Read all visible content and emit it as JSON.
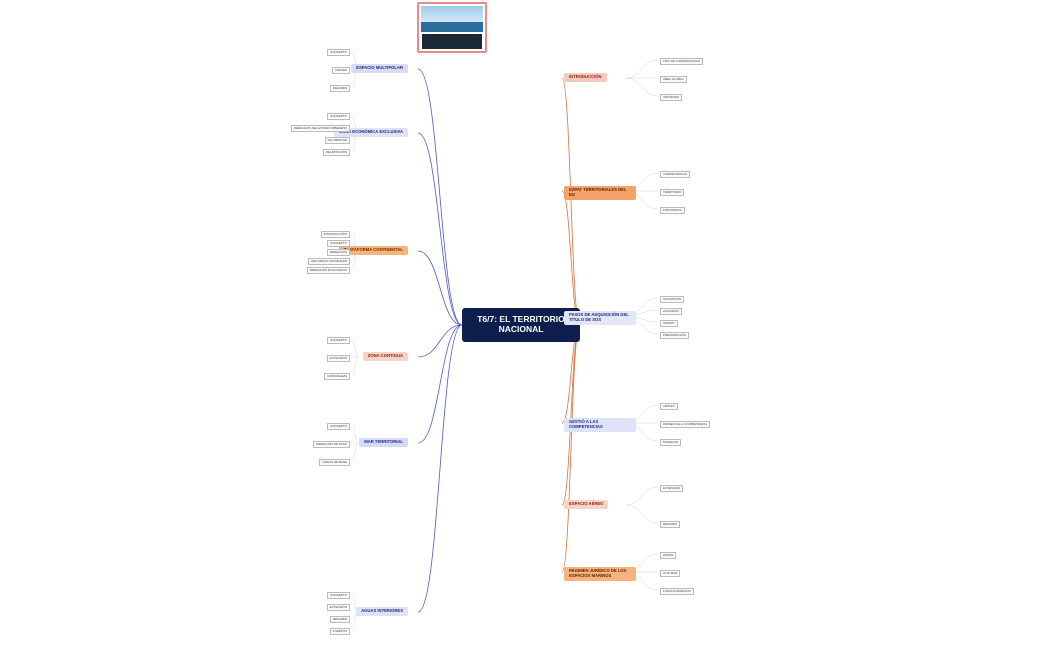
{
  "central": {
    "label": "T6/7: EL TERRITORIO NACIONAL"
  },
  "colors": {
    "central_bg": "#0e1f4d",
    "left_link": "#4a5bc4",
    "right_link": "#d9703c",
    "leaf_line": "#c8c8d8"
  },
  "branches_left": [
    {
      "label": "ESPACIO MULTIPOLAR",
      "bg": "#d8dcf5",
      "fg": "#1f2a7a"
    },
    {
      "label": "ZONA ECONÓMICA EXCLUSIVA",
      "bg": "#dfe3f7",
      "fg": "#1f2a7a"
    },
    {
      "label": "PLATAFORMA CONTINENTAL",
      "bg": "#f6b37d",
      "fg": "#6b2d00"
    },
    {
      "label": "ZONA CONTIGUA",
      "bg": "#f9d2c8",
      "fg": "#8a1e10"
    },
    {
      "label": "MAR TERRITORIAL",
      "bg": "#d5dbf6",
      "fg": "#1f2a7a"
    },
    {
      "label": "AGUAS INTERIORES",
      "bg": "#dde2f7",
      "fg": "#1f2a7a"
    }
  ],
  "branches_right": [
    {
      "label": "INTRODUCCIÓN",
      "bg": "#f7c8c0",
      "fg": "#8a1e10"
    },
    {
      "label": "EZPAT TERRITORIALES DEL EU",
      "bg": "#f5a26a",
      "fg": "#5a2200"
    },
    {
      "label": "PASOS DE ADQUISICIÓN DEL TÍTULO DE SOS",
      "bg": "#e3e6f7",
      "fg": "#1f2a7a"
    },
    {
      "label": "GESTIÓ A LAS COMPETENCIAS",
      "bg": "#dfe3f7",
      "fg": "#1f2a7a"
    },
    {
      "label": "ESPACIO AÉREO",
      "bg": "#f9d2c8",
      "fg": "#8a1e10"
    },
    {
      "label": "RÉGIMEN JURÍDICO DE LOS ESPACIOS MARINOS",
      "bg": "#f6b37d",
      "fg": "#5a2200"
    }
  ],
  "leaves": {
    "espacio_multipolar": [
      "CONCEPTO",
      "ORIGEN",
      "RÉGIMEN"
    ],
    "zee": [
      "CONCEPTO",
      "DERECHOS DEL ESTADO RIBEREÑO",
      "DE LIBERTAD",
      "DELIMITACIÓN"
    ],
    "plataforma": [
      "INTRODUCCIÓN",
      "CONCEPTO",
      "DERECHOS",
      "RECURSOS NATURALES",
      "DERECHOS EXCLUSIVOS"
    ],
    "zona_contigua": [
      "CONCEPTO",
      "EXTENSIÓN",
      "NATURALEZA"
    ],
    "mar_territorial": [
      "CONCEPTO",
      "DERECHOS DE PASO",
      "LÍNEAS DE BASE"
    ],
    "aguas_interiores": [
      "CONCEPTO",
      "EXTENSIÓN",
      "RÉGIMEN",
      "PUERTOS"
    ],
    "introduccion": [
      "TIPO DE COMPETENCIAS",
      "ÁREA GLOBAL",
      "ORÍGENES"
    ],
    "ezpat": [
      "COMPETENCIAS",
      "TERRITORIO",
      "FRONTERAS"
    ],
    "pasos": [
      "OCUPACIÓN",
      "ACCESIÓN",
      "CESIÓN",
      "PRESCRIPCIÓN"
    ],
    "gestion": [
      "LÍMITES",
      "ORIGEN DE LA COMPETENCIA",
      "MODELOS"
    ],
    "espacio_aereo": [
      "EXTENSIÓN",
      "RÉGIMEN"
    ],
    "regimen": [
      "ZONAS",
      "ALTA MAR",
      "FONDOS MARINOS"
    ]
  }
}
